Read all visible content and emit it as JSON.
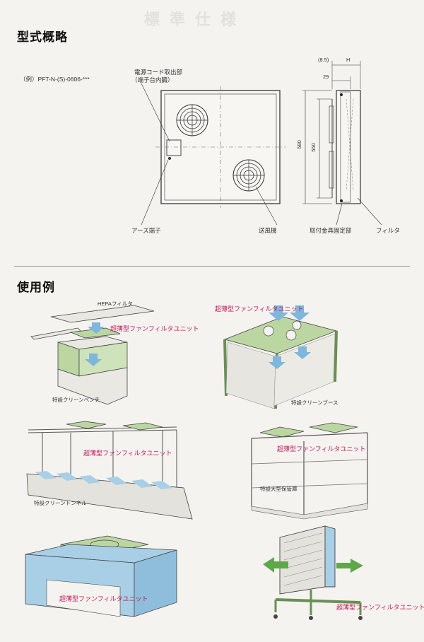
{
  "page": {
    "ghost_title": "標準仕様"
  },
  "outline": {
    "heading": "型式概略",
    "model_example": "（例）PFT-N-(S)-0606-***",
    "power_cord_label_line1": "電源コード取出部",
    "power_cord_label_line2": "（端子台内臓）",
    "earth_terminal": "アース端子",
    "blower": "送風機",
    "mount_bracket": "取付金具固定部",
    "filter": "フィルタ",
    "dim_offset": "(8.5)",
    "dim_h": "H",
    "dim_29": "29",
    "dim_550": "550",
    "dim_580": "580"
  },
  "examples": {
    "heading": "使用例",
    "ex1": {
      "hepa": "HEPAフィルタ",
      "unit": "超薄型ファンフィルタユニット",
      "caption": "特設クリーンベンチ"
    },
    "ex2": {
      "unit": "超薄型ファンフィルタユニット",
      "caption": "特設クリーンブース"
    },
    "ex3": {
      "unit": "超薄型ファンフィルタユニット",
      "caption": "特設クリーントンネル"
    },
    "ex4": {
      "unit": "超薄型ファンフィルタユニット",
      "caption": "特設大型保管庫"
    },
    "ex5": {
      "unit": "超薄型ファンフィルタユニット"
    },
    "ex6": {
      "unit": "超薄型ファンフィルタユニット"
    }
  },
  "colors": {
    "green": "#bcd6a2",
    "blue": "#a9cfe6",
    "arrow_green": "#5fa84a",
    "arrow_blue": "#7fb6dc",
    "pink": "#c2185b"
  }
}
